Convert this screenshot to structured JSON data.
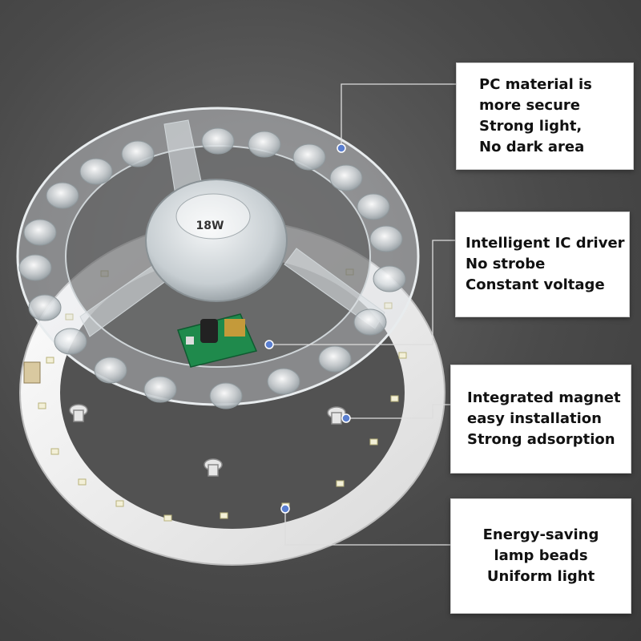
{
  "colors": {
    "background": "#4a4a4a",
    "callout_fill": "#ffffff",
    "leader_line": "#dddddd",
    "marker_dot": "#5a7fd0",
    "pcb_green": "#1f8a4c"
  },
  "product": {
    "label_printed": "18W"
  },
  "callouts": [
    {
      "lines": [
        "PC material is",
        "more secure",
        "Strong light,",
        "No dark area"
      ]
    },
    {
      "lines": [
        "Intelligent IC driver",
        "No strobe",
        "Constant voltage"
      ]
    },
    {
      "lines": [
        "Integrated magnet",
        "easy installation",
        "Strong adsorption"
      ]
    },
    {
      "lines": [
        "Energy-saving",
        "lamp beads",
        "Uniform light"
      ]
    }
  ]
}
